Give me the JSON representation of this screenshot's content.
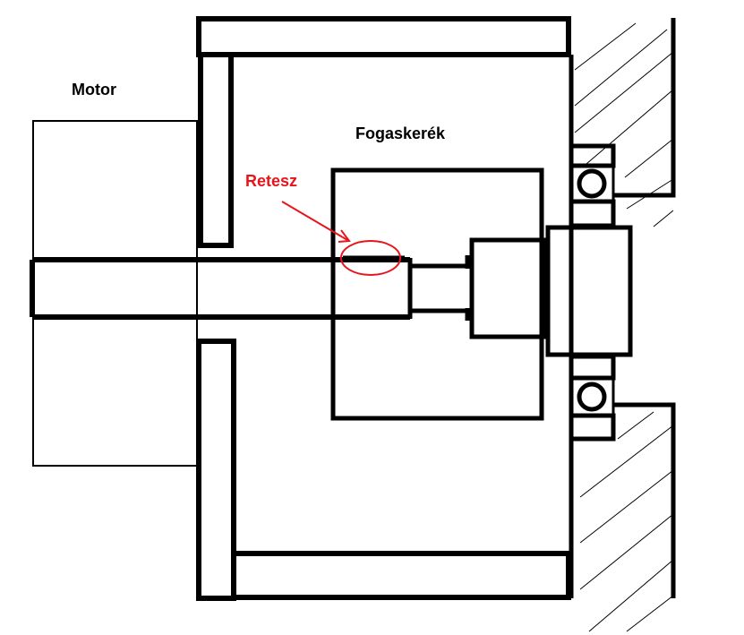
{
  "labels": {
    "motor": "Motor",
    "gear": "Fogaskerék",
    "key": "Retesz"
  },
  "colors": {
    "line": "#000000",
    "highlight": "#e8141c"
  }
}
